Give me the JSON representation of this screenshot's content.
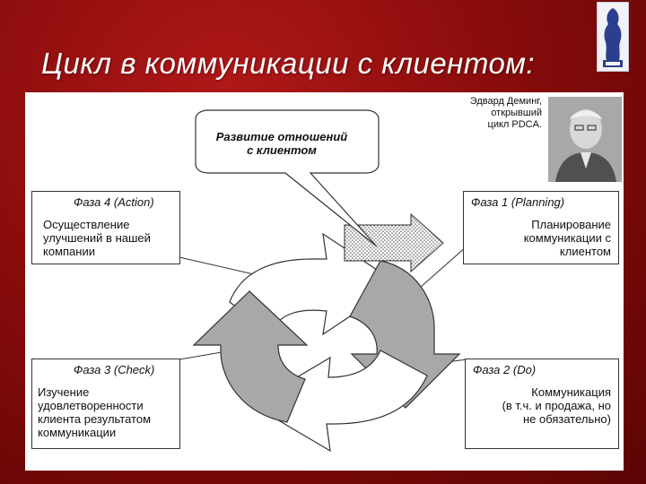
{
  "slide": {
    "title": "Цикл в коммуникации с клиентом:"
  },
  "deming": {
    "caption": "Эдвард Деминг,\nоткрывший\nцикл PDCA."
  },
  "callout": {
    "text": "Развитие отношений\nс клиентом"
  },
  "phases": {
    "action": {
      "label": "Фаза 4 (Action)",
      "description": "Осуществление\nулучшений в нашей\nкомпании"
    },
    "planning": {
      "label": "Фаза 1 (Planning)",
      "description": "Планирование\nкоммуникации с\nклиентом"
    },
    "check": {
      "label": "Фаза 3 (Check)",
      "description": "Изучение\nудовлетворенности\nклиента результатом\nкоммуникации"
    },
    "do": {
      "label": "Фаза 2 (Do)",
      "description": "Коммуникация\n(в т.ч. и продажа, но\nне обязательно)"
    }
  },
  "colors": {
    "background": "#8a0c0c",
    "arrow_gray": "#a8a8a8",
    "arrow_white": "#ffffff"
  }
}
